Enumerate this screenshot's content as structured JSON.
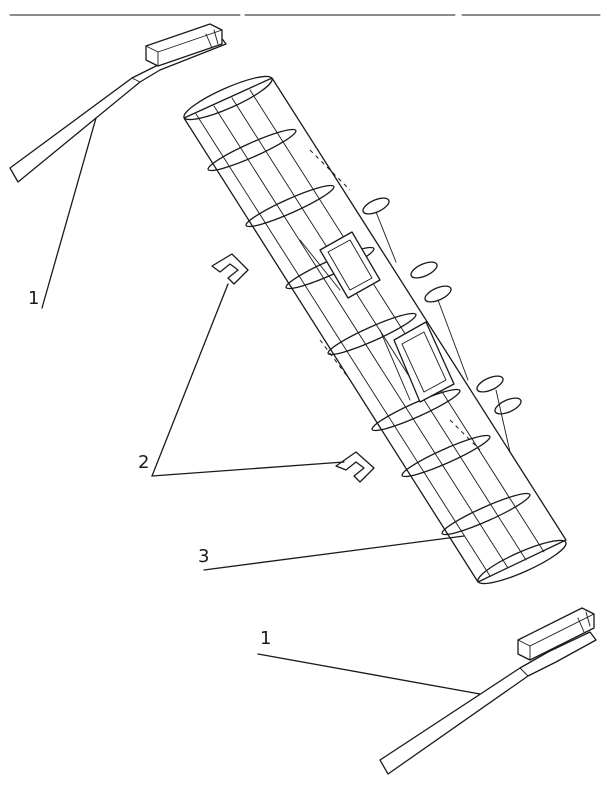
{
  "labels": {
    "top_left_part": "1",
    "bottom_right_part": "1",
    "clips": "2",
    "main_body": "3"
  }
}
